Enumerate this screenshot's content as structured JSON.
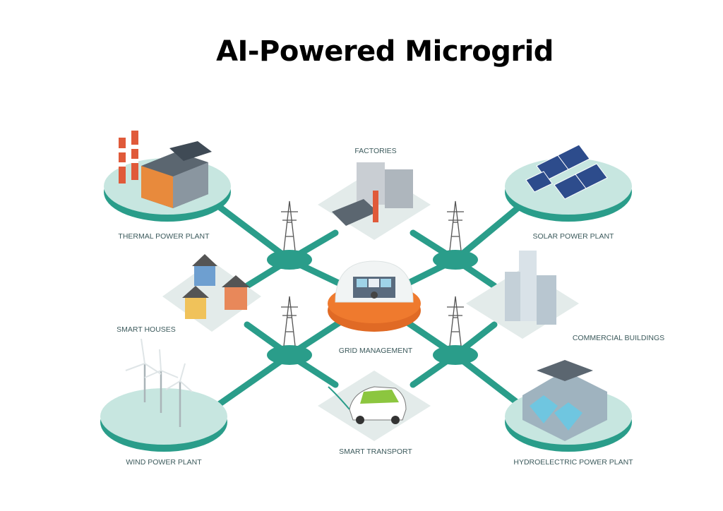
{
  "title": "AI-Powered Microgrid",
  "colors": {
    "grid_line": "#2a9d8a",
    "node_base": "#bfe3dc",
    "control_ring": "#ef7a2e",
    "label": "#3c5a5c"
  },
  "nodes": {
    "factories": "FACTORIES",
    "thermal": "THERMAL POWER PLANT",
    "solar": "SOLAR POWER PLANT",
    "houses": "SMART HOUSES",
    "grid": "GRID MANAGEMENT",
    "commercial": "COMMERCIAL BUILDINGS",
    "wind": "WIND POWER PLANT",
    "transport": "SMART TRANSPORT",
    "hydro": "HYDROELECTRIC POWER PLANT"
  }
}
